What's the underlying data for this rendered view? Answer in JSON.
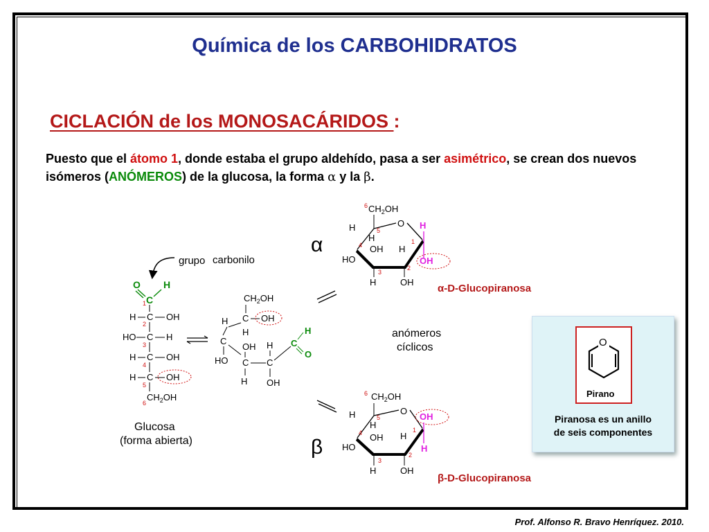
{
  "title": "Química de los CARBOHIDRATOS",
  "subtitle": {
    "main": "CICLACIÓN de los MONOSACÁRIDOS ",
    "colon": ":"
  },
  "paragraph": {
    "p1": "Puesto que el ",
    "atom": "átomo 1",
    "p2": ", donde estaba el grupo aldehído, pasa a ser ",
    "asym": "asimétrico",
    "p3": ", se crean dos nuevos isómeros (",
    "anomers": "ANÓMEROS",
    "p4": ") de la glucosa, la forma ",
    "alpha": "α",
    "p5": " y la ",
    "beta": "β",
    "p6": "."
  },
  "diagram": {
    "carbonyl_label_1": "grupo",
    "carbonyl_label_2": "carbonilo",
    "glucose_label_1": "Glucosa",
    "glucose_label_2": "(forma abierta)",
    "anomers_label_1": "anómeros",
    "anomers_label_2": "cíclicos",
    "alpha_symbol": "α",
    "beta_symbol": "β",
    "alpha_caption": "α-D-Glucopiranosa",
    "beta_caption": "β-D-Glucopiranosa"
  },
  "info_box": {
    "image_label": "Pirano",
    "line1": "Piranosa es un anillo",
    "line2": "de seis componentes"
  },
  "footer": "Prof. Alfonso R. Bravo Henríquez. 2010.",
  "colors": {
    "title": "#1f2f8f",
    "subtitle": "#b41818",
    "highlight_red": "#d01010",
    "highlight_green": "#0a8a0a",
    "magenta": "#e020e0",
    "info_bg": "#dff3f7"
  }
}
